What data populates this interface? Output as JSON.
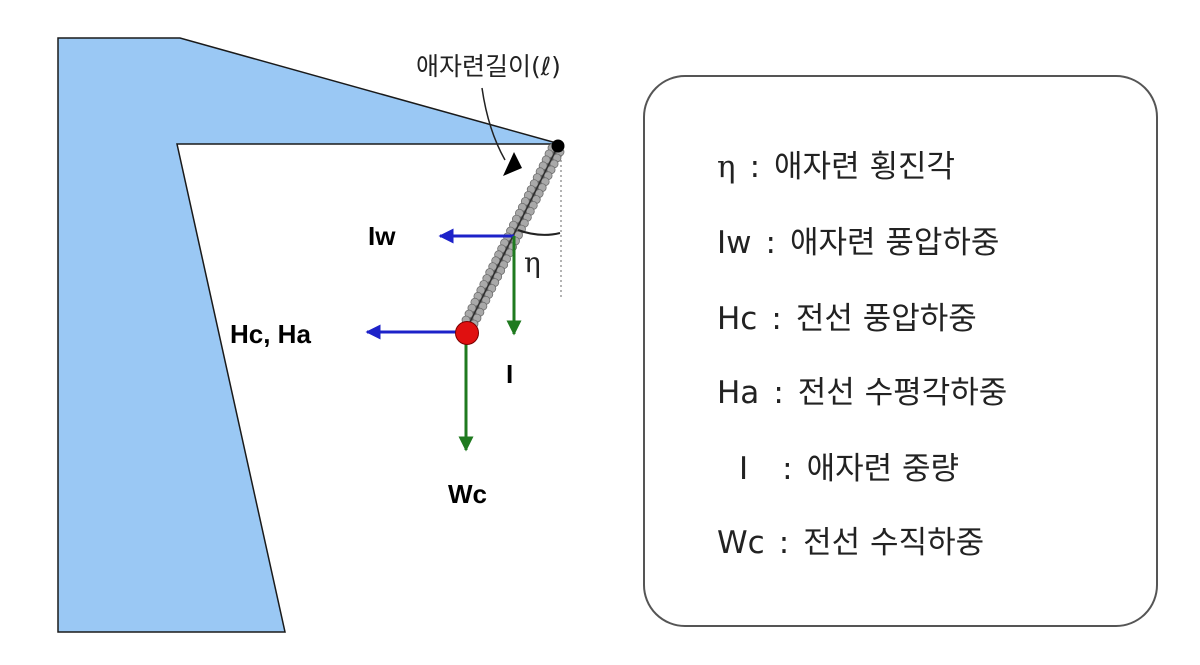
{
  "diagram": {
    "length_note": "애자련길이(ℓ)",
    "force_labels": {
      "iw": "Iw",
      "hc_ha": "Hc, Ha",
      "i": "I",
      "wc": "Wc",
      "eta": "η"
    },
    "colors": {
      "crossarm_fill": "#9ac8f4",
      "crossarm_stroke": "#1a1a1a",
      "horizontal_arrow": "#1d22c9",
      "vertical_arrow": "#1f7a1f",
      "attach_point": "#e01010",
      "pivot_point": "#000000",
      "insulator_disc": "#a9a9a9"
    }
  },
  "legend": {
    "separator": ":",
    "items": [
      {
        "symbol": "η",
        "desc": "애자련 횡진각"
      },
      {
        "symbol": "Iw",
        "desc": "애자련 풍압하중"
      },
      {
        "symbol": "Hc",
        "desc": "전선 풍압하중"
      },
      {
        "symbol": "Ha",
        "desc": "전선 수평각하중"
      },
      {
        "symbol": "I",
        "desc": "애자련 중량"
      },
      {
        "symbol": "Wc",
        "desc": "전선 수직하중"
      }
    ]
  }
}
